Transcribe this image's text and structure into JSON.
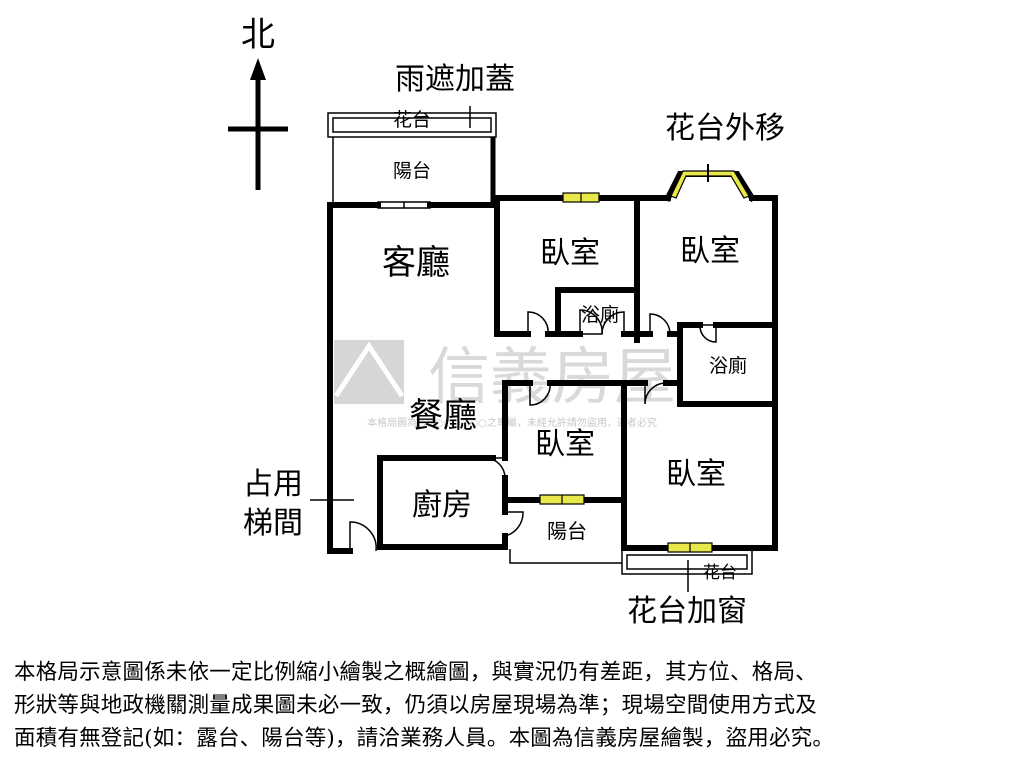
{
  "compass": {
    "north": "北"
  },
  "annotations": {
    "rain_shelter": "雨遮加蓋",
    "planter_moved": "花台外移",
    "stair_occupied_1": "占用",
    "stair_occupied_2": "梯間",
    "planter_window": "花台加窗"
  },
  "rooms": {
    "planter_top": "花台",
    "balcony_top": "陽台",
    "living": "客廳",
    "bedroom_1": "臥室",
    "bedroom_2": "臥室",
    "bath_1": "浴廁",
    "bath_2": "浴廁",
    "dining": "餐廳",
    "bedroom_3": "臥室",
    "bedroom_4": "臥室",
    "kitchen": "廚房",
    "balcony_bottom": "陽台",
    "planter_bottom": "花台"
  },
  "watermark": {
    "brand": "信義房屋",
    "notice": "本格局圖為○○○○○○○○之專屬，未經允許請勿盜用，違者必究"
  },
  "disclaimer": {
    "line1": "本格局示意圖係未依一定比例縮小繪製之概繪圖，與實況仍有差距，其方位、格局、",
    "line2": "形狀等與地政機關測量成果圖未必一致，仍須以房屋現場為準；現場空間使用方式及",
    "line3": "面積有無登記(如：露台、陽台等)，請洽業務人員。本圖為信義房屋繪製，盜用必究。"
  },
  "colors": {
    "wall": "#000000",
    "window": "#e8e84a",
    "watermark": "#d9d9d9"
  }
}
